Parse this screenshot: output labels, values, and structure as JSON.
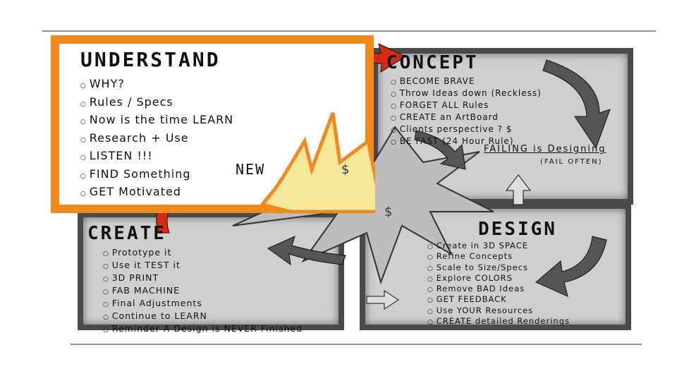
{
  "understand": {
    "title": "UNDERSTAND",
    "items": [
      "WHY?",
      "Rules / Specs",
      "Now is the time LEARN",
      "Research + Use",
      "LISTEN !!!",
      "FIND Something",
      "GET Motivated"
    ],
    "new": "NEW"
  },
  "concept": {
    "title": "CONCEPT",
    "items": [
      "BECOME BRAVE",
      "Throw Ideas down (Reckless)",
      "FORGET ALL Rules",
      "CREATE an ArtBoard",
      "Clients perspective ? $",
      "BE FAST (24 Hour Rule)"
    ],
    "fail": "FAILING is Designing",
    "fail_often": "(FAIL OFTEN)"
  },
  "design": {
    "title": "DESIGN",
    "items": [
      "Create in 3D SPACE",
      "Refine Concepts",
      "Scale to Size/Specs",
      "Explore COLORS",
      "Remove BAD Ideas",
      "GET FEEDBACK",
      "Use YOUR Resources",
      "CREATE detailed Renderings"
    ]
  },
  "create": {
    "title": "CREATE",
    "items": [
      "Prototype it",
      "Use it TEST it",
      "3D PRINT",
      "FAB MACHINE",
      "Final Adjustments",
      "Continue to LEARN",
      "Reminder A Design is NEVER Finished"
    ]
  },
  "dollar": "$",
  "colors": {
    "orange": "#f08a1c",
    "red": "#d42a14",
    "panel": "#cfcfcf"
  }
}
